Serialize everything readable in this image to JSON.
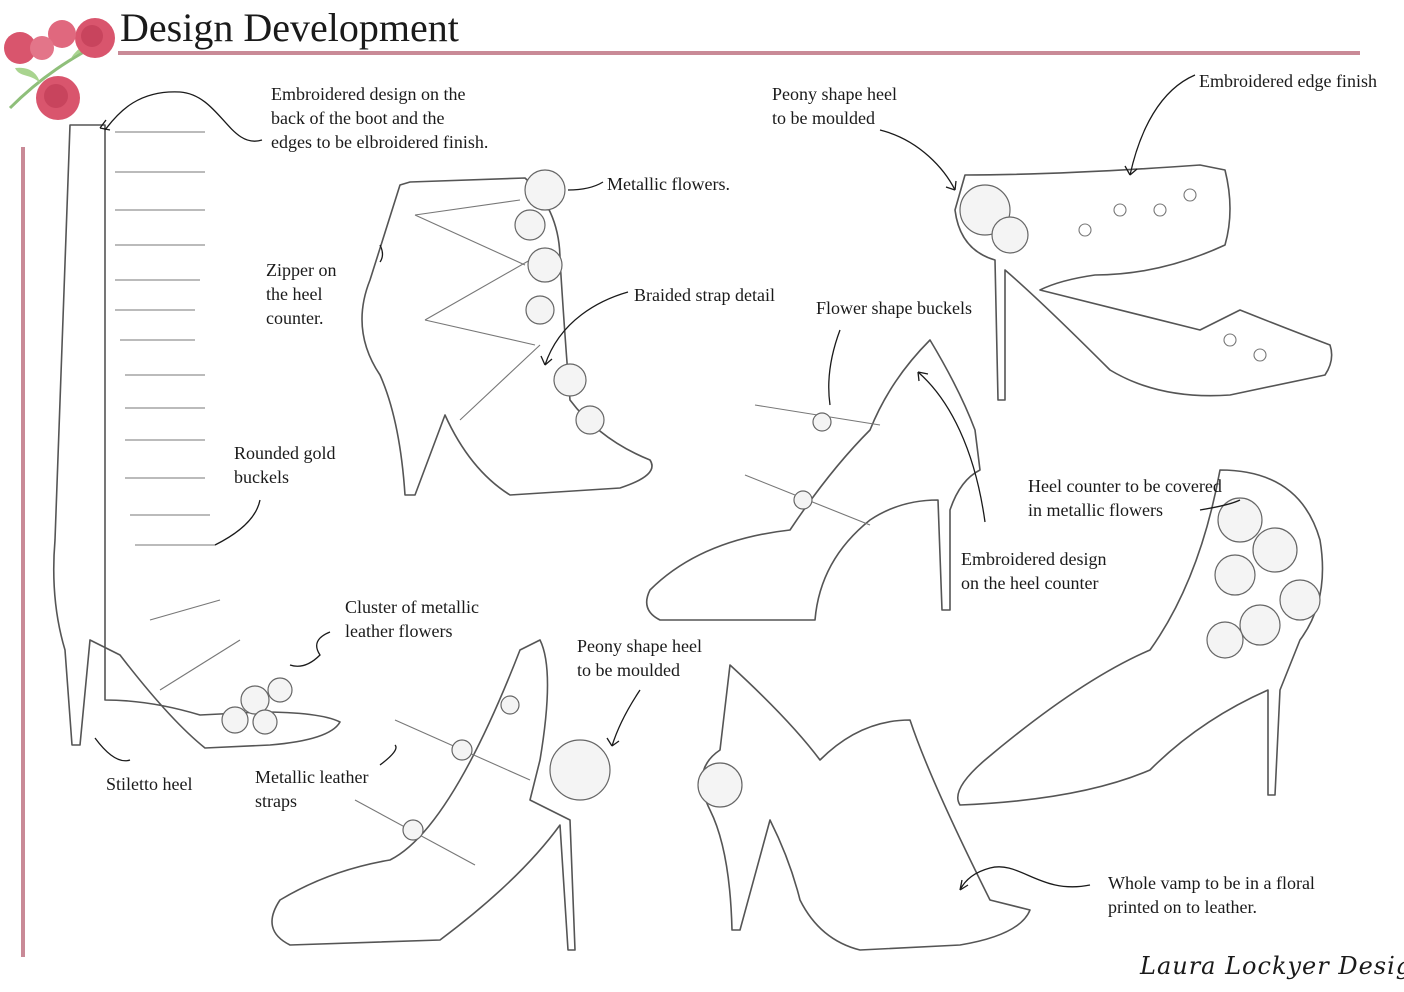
{
  "header": {
    "title": "Design Development"
  },
  "colors": {
    "accent_rule": "#c98a97",
    "rose": "#d9556d",
    "leaf": "#8fbf7a"
  },
  "labels": {
    "embroidered_back": "Embroidered design on the\nback of the boot and the\nedges to be elbroidered finish.",
    "zipper": "Zipper on\nthe heel\ncounter.",
    "metallic_flowers": "Metallic flowers.",
    "braided_strap": "Braided strap detail",
    "peony_top": "Peony shape heel\nto be moulded",
    "embroidered_edge": "Embroidered edge finish",
    "flower_buckles": "Flower shape buckels",
    "rounded_buckles": "Rounded gold\nbuckels",
    "heel_counter_flowers": "Heel counter to be covered\nin metallic flowers",
    "embroidered_heel_counter": "Embroidered design\non the heel counter",
    "cluster_flowers": "Cluster of metallic\nleather flowers",
    "peony_bottom": "Peony shape heel\nto be moulded",
    "stiletto": "Stiletto heel",
    "metallic_straps": "Metallic leather\nstraps",
    "whole_vamp": "Whole vamp to be in a floral\nprinted on to leather."
  },
  "footer": {
    "signature": "Laura Lockyer Design"
  },
  "icons": [
    "rose-flower-icon"
  ]
}
